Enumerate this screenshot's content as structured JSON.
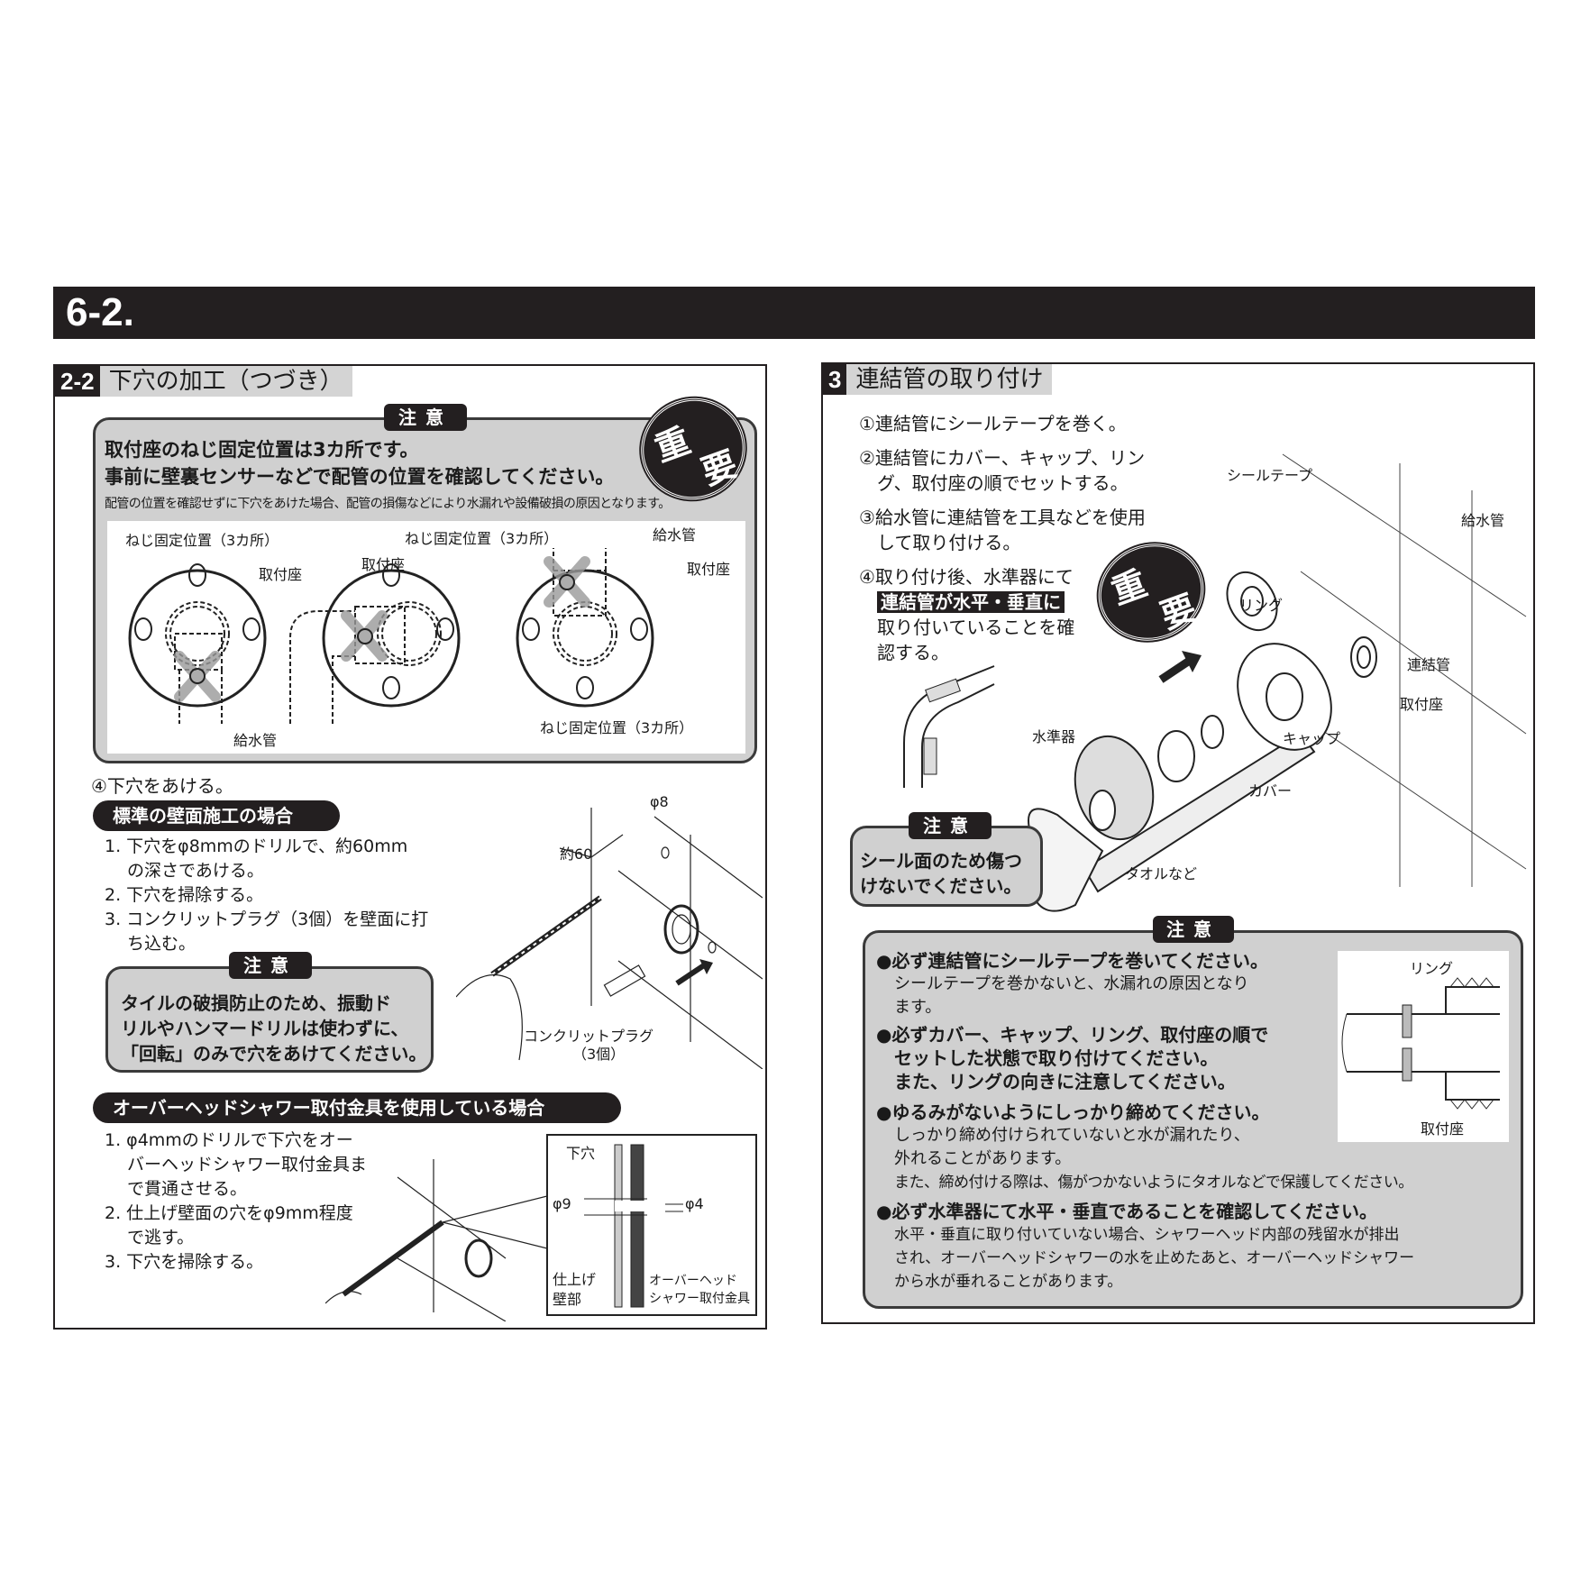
{
  "header": {
    "title": "6-2."
  },
  "left": {
    "section_num": "2-2",
    "section_title": "下穴の加工（つづき）",
    "caution": {
      "label": "注意",
      "important": [
        "重",
        "要"
      ],
      "bold_lines": [
        "取付座のねじ固定位置は3カ所です。",
        "事前に壁裏センサーなどで配管の位置を確認してください。"
      ],
      "note": "配管の位置を確認せずに下穴をあけた場合、配管の損傷などにより水漏れや設備破損の原因となります。",
      "diagram_labels": {
        "screw_positions": "ねじ固定位置（3カ所）",
        "mount": "取付座",
        "supply_pipe": "給水管"
      }
    },
    "step4": "④下穴をあける。",
    "standard": {
      "title": "標準の壁面施工の場合",
      "items": [
        "1. 下穴をφ8mmのドリルで、約60mm",
        "　 の深さであける。",
        "2. 下穴を掃除する。",
        "3. コンクリットプラグ（3個）を壁面に打",
        "　 ち込む。"
      ],
      "caution_label": "注意",
      "caution_lines": [
        "タイルの破損防止のため、振動ド",
        "リルやハンマードリルは使わずに、",
        "「回転」のみで穴をあけてください。"
      ],
      "diagram": {
        "phi8": "φ8",
        "depth": "約60",
        "plug": "コンクリットプラグ",
        "plug_count": "（3個）"
      }
    },
    "overhead": {
      "title": "オーバーヘッドシャワー取付金具を使用している場合",
      "items": [
        "1. φ4mmのドリルで下穴をオー",
        "　 バーヘッドシャワー取付金具ま",
        "　 で貫通させる。",
        "2. 仕上げ壁面の穴をφ9mm程度",
        "　 で逃す。",
        "3. 下穴を掃除する。"
      ],
      "diagram": {
        "pilot": "下穴",
        "phi9": "φ9",
        "phi4": "φ4",
        "finish1": "仕上げ",
        "finish2": "壁部",
        "bracket1": "オーバーヘッド",
        "bracket2": "シャワー取付金具"
      }
    }
  },
  "right": {
    "section_num": "3",
    "section_title": "連結管の取り付け",
    "steps": [
      "①連結管にシールテープを巻く。",
      "②連結管にカバー、キャップ、リン",
      "　グ、取付座の順でセットする。",
      "③給水管に連結管を工具などを使用",
      "　して取り付ける。",
      "④取り付け後、水準器にて"
    ],
    "highlight": "連結管が水平・垂直に",
    "step4_rest": [
      "取り付いていることを確",
      "認する。"
    ],
    "important": [
      "重",
      "要"
    ],
    "labels": {
      "seal_tape": "シールテープ",
      "supply": "給水管",
      "ring": "リング",
      "connector": "連結管",
      "mount": "取付座",
      "cap": "キャップ",
      "cover": "カバー",
      "level": "水準器",
      "towel": "タオルなど"
    },
    "small_caution": {
      "label": "注意",
      "lines": [
        "シール面のため傷つ",
        "けないでください。"
      ]
    },
    "caution": {
      "label": "注意",
      "items": [
        {
          "bold": [
            "●必ず連結管にシールテープを巻いてください。"
          ],
          "text": [
            "シールテープを巻かないと、水漏れの原因となり",
            "ます。"
          ]
        },
        {
          "bold": [
            "●必ずカバー、キャップ、リング、取付座の順で",
            "　セットした状態で取り付けてください。",
            "　また、リングの向きに注意してください。"
          ],
          "text": []
        },
        {
          "bold": [
            "●ゆるみがないようにしっかり締めてください。"
          ],
          "text": [
            "しっかり締め付けられていないと水が漏れたり、",
            "外れることがあります。",
            "また、締め付ける際は、傷がつかないようにタオルなどで保護してください。"
          ]
        },
        {
          "bold": [
            "●必ず水準器にて水平・垂直であることを確認してください。"
          ],
          "text": [
            "水平・垂直に取り付いていない場合、シャワーヘッド内部の残留水が排出",
            "され、オーバーヘッドシャワーの水を止めたあと、オーバーヘッドシャワー",
            "から水が垂れることがあります。"
          ]
        }
      ],
      "inset": {
        "ring": "リング",
        "mount": "取付座"
      }
    }
  }
}
